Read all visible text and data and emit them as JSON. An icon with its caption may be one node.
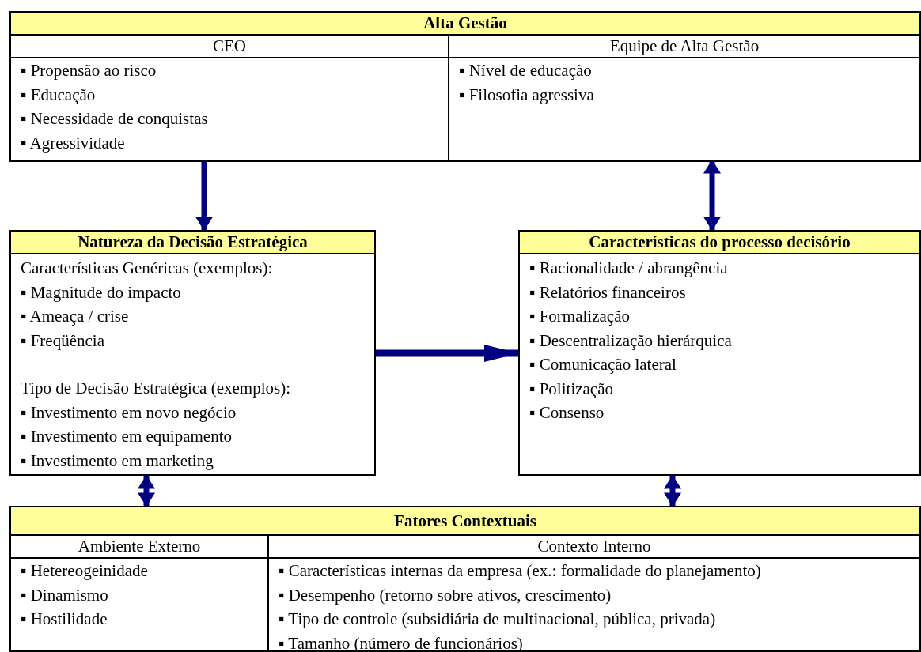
{
  "diagram": {
    "nodes": [
      {
        "text": [
          "Alta Gestão"
        ]
      },
      {
        "text": [
          "CEO",
          "▪ Propensão ao risco",
          "▪ Educação",
          "▪ Necessidade de conquistas",
          "▪ Agressividade"
        ],
        "in": 0
      },
      {
        "text": [
          "Equipe de Alta Gestão",
          "▪ Nível de educação",
          "▪ Filosofia agressiva"
        ],
        "in": 0
      },
      {
        "text": [
          "Natureza da Decisão Estratégica",
          "Características Genéricas (exemplos):",
          "▪ Magnitude do impacto",
          "▪ Ameaça / crise",
          "▪ Freqüência",
          "Tipo de Decisão Estratégica (exemplos):",
          "▪ Investimento em novo negócio",
          "▪ Investimento em equipamento",
          "▪ Investimento em marketing"
        ]
      },
      {
        "text": [
          "Características do processo decisório",
          "▪ Racionalidade / abrangência",
          "▪ Relatórios financeiros",
          "▪ Formalização",
          "▪ Descentralização hierárquica",
          "▪ Comunicação lateral",
          "▪ Politização",
          "▪ Consenso"
        ]
      },
      {
        "text": [
          "Fatores Contextuais"
        ]
      },
      {
        "text": [
          "Ambiente Externo",
          "▪ Hetereogeinidade",
          "▪ Dinamismo",
          "▪ Hostilidade"
        ],
        "in": 5
      },
      {
        "text": [
          "Contexto Interno",
          "▪ Características internas da empresa (ex.: formalidade do planejamento)",
          "▪ Desempenho (retorno sobre ativos, crescimento)",
          "▪ Tipo de controle (subsidiária de multinacional, pública, privada)",
          "▪ Tamanho (número de funcionários)"
        ],
        "in": 5
      }
    ],
    "edges": [
      {
        "from": 1,
        "to": 3,
        "arrow": "to"
      },
      {
        "from": 2,
        "to": 4,
        "arrow": "both"
      },
      {
        "from": 3,
        "to": 4,
        "arrow": "to"
      },
      {
        "from": 3,
        "to": 5,
        "arrow": "both"
      },
      {
        "from": 4,
        "to": 5,
        "arrow": "both"
      }
    ]
  }
}
